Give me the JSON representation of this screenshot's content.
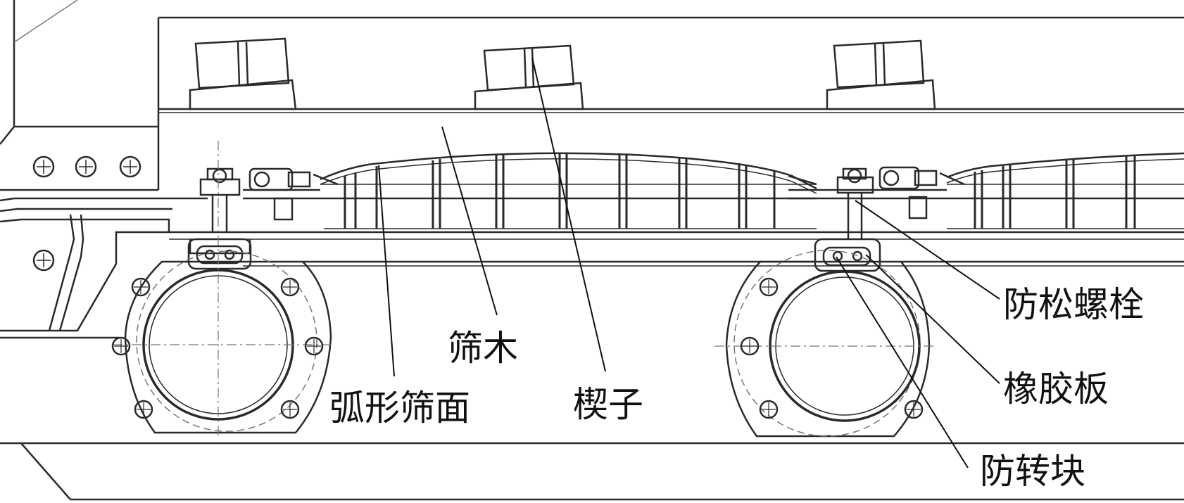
{
  "labels": {
    "shaimu": "筛木",
    "huxing": "弧形筛面",
    "xiezi": "楔子",
    "fangsong": "防松螺栓",
    "xiangjiao": "橡胶板",
    "fangzhuan": "防转块"
  },
  "colors": {
    "line": "#2a2a2a",
    "light_line": "#777777",
    "text": "#111111",
    "background": "#ffffff"
  }
}
